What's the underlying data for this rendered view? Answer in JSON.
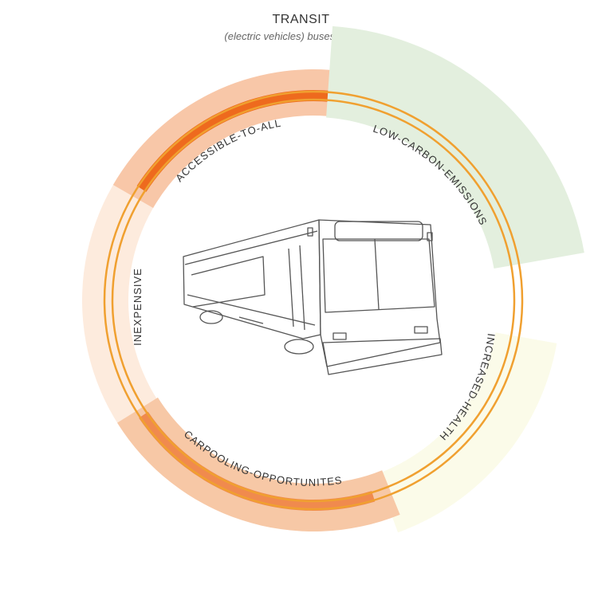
{
  "header": {
    "title": "TRANSIT",
    "subtitle": "(electric vehicles) buses and cars"
  },
  "segments": [
    {
      "label": "ACCESSIBLE-TO-ALL"
    },
    {
      "label": "LOW-CARBON-EMISSIONS"
    },
    {
      "label": "INCREASED-HEALTH"
    },
    {
      "label": "CARPOOLING-OPPORTUNITES"
    },
    {
      "label": "INEXPENSIVE"
    }
  ],
  "center_image": {
    "icon": "bus-icon"
  },
  "colors": {
    "ring_line": "#f0a030",
    "accessible_band": "#f8c7a8",
    "accessible_inner": "#ee6a1e",
    "green_band": "#e3efde",
    "yellow_band": "#fbfbe9",
    "carpool_band": "#f7c8a6",
    "carpool_inner": "#f08a4e",
    "inexpensive_band": "#fdebdd"
  }
}
